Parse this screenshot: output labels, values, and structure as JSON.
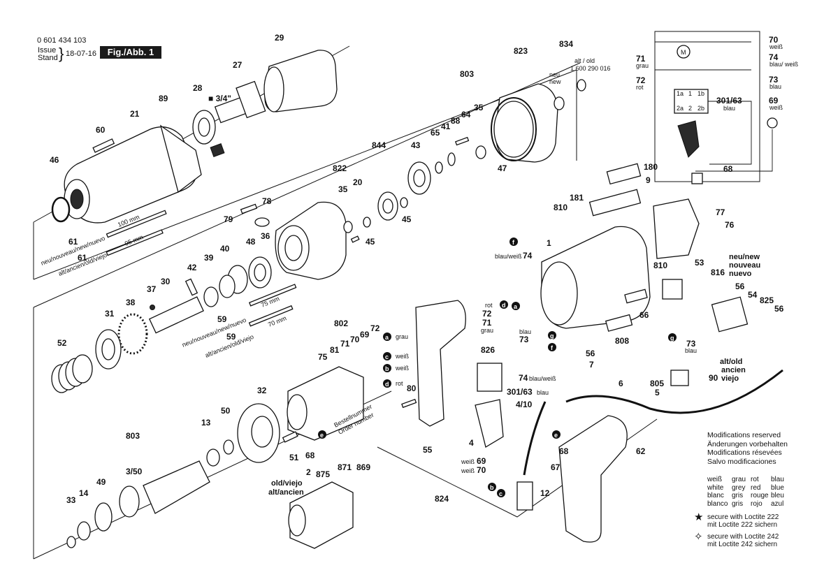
{
  "header": {
    "doc_number": "0 601 434 103",
    "issue_label": "Issue",
    "stand_label": "Stand",
    "date": "18-07-16",
    "figure": "Fig./Abb. 1"
  },
  "callouts": {
    "p29": "29",
    "p27": "27",
    "p28": "28",
    "p34": "■ 3/4\"",
    "p89": "89",
    "p21": "21",
    "p60": "60",
    "p46": "46",
    "p61a": "61",
    "p61b": "61",
    "p100": "100 mm",
    "p95": "95 mm",
    "p823": "823",
    "p834": "834",
    "p803a": "803",
    "p88": "88",
    "p64": "64",
    "p35a": "35",
    "p41": "41",
    "p65": "65",
    "p43": "43",
    "p47": "47",
    "p844": "844",
    "p822": "822",
    "p35b": "35",
    "p20": "20",
    "p45a": "45",
    "p45b": "45",
    "p78": "78",
    "p79": "79",
    "p36": "36",
    "p48": "48",
    "p40": "40",
    "p39": "39",
    "p42": "42",
    "p37": "37",
    "p30": "30",
    "p38": "38",
    "p31": "31",
    "p52": "52",
    "p59a": "59",
    "p59b": "59",
    "p75": "75 mm",
    "p70": "70 mm",
    "p802": "802",
    "p71a": "71",
    "p70a": "70",
    "p69a": "69",
    "p72a": "72",
    "p75b": "75",
    "p81": "81",
    "p32": "32",
    "p50": "50",
    "p13": "13",
    "p51": "51",
    "p68a": "68",
    "p803b": "803",
    "p350": "3/50",
    "p49": "49",
    "p14": "14",
    "p33": "33",
    "p875": "875",
    "p871": "871",
    "p869": "869",
    "p2": "2",
    "p80": "80",
    "p55": "55",
    "p826": "826",
    "p73a": "73",
    "p74a": "74",
    "p30163b": "301/63",
    "p410": "4/10",
    "p4": "4",
    "p69b": "69",
    "p70b": "70",
    "p67": "67",
    "p68b": "68",
    "p12": "12",
    "p824": "824",
    "p6": "6",
    "p805": "805",
    "p5": "5",
    "p90": "90",
    "p62": "62",
    "p1": "1",
    "p181": "181",
    "p810a": "810",
    "p810b": "810",
    "p180": "180",
    "p9": "9",
    "p77": "77",
    "p76": "76",
    "p74b": "74",
    "p53": "53",
    "p816": "816",
    "p56a": "56",
    "p54": "54",
    "p825": "825",
    "p56b": "56",
    "p66": "66",
    "p808": "808",
    "p73b": "73",
    "p56c": "56",
    "p7": "7",
    "p70c": "70",
    "p74c": "74",
    "p73c": "73",
    "p69c": "69",
    "p71c": "71",
    "p72c": "72",
    "p68c": "68",
    "p30163a": "301/63"
  },
  "small_labels": {
    "alt_old": "alt / old",
    "part_no": "1 600 290 016",
    "neu": "neu",
    "new": "new",
    "neu_new_nuevo_a": "neu/nouveau/new/nuevo",
    "alt_ancien_a": "alt/ancien/old/viejo",
    "neu_new_nuevo_b": "neu/nouveau/new/nuevo",
    "alt_ancien_b": "alt/ancien/old/viejo",
    "grau": "grau",
    "weiss1": "weiß",
    "weiss2": "weiß",
    "rot": "rot",
    "bestell": "Bestellnummer",
    "order": "Order number",
    "rot2": "rot",
    "grau2": "grau",
    "blau1": "blau",
    "blau2": "blau",
    "blauweiss1": "blau/weiß",
    "blauweiss2": "blau/weiß",
    "blau3": "blau",
    "weiss3": "weiß",
    "weiss4": "weiß",
    "old_viejo": "old/viejo",
    "alt_ancien2": "alt/ancien",
    "neu_new_title": "neu/new",
    "nouveau": "nouveau",
    "nuevo": "nuevo",
    "alt_old2": "alt/old",
    "ancien": "ancien",
    "viejo": "viejo",
    "w_weiss": "weiß",
    "w_blauweiss": "blau/ weiß",
    "w_blau": "blau",
    "w_weiss2": "weiß",
    "w_grau": "grau",
    "w_rot": "rot",
    "w_blau2": "blau",
    "sw_1a": "1a",
    "sw_1": "1",
    "sw_1b": "1b",
    "sw_2a": "2a",
    "sw_2": "2",
    "sw_2b": "2b",
    "motor": "M",
    "letter_a": "a",
    "letter_b": "b",
    "letter_c": "c",
    "letter_d": "d",
    "letter_e": "e",
    "letter_f": "f",
    "letter_g": "g"
  },
  "notes": {
    "modifications": [
      "Modifications reserved",
      "Änderungen vorbehalten",
      "Modifications résevées",
      "Salvo modificaciones"
    ],
    "colors": {
      "col1": [
        "weiß",
        "white",
        "blanc",
        "blanco"
      ],
      "col2": [
        "grau",
        "grey",
        "gris",
        "gris"
      ],
      "col3": [
        "rot",
        "red",
        "rouge",
        "rojo"
      ],
      "col4": [
        "blau",
        "blue",
        "bleu",
        "azul"
      ]
    },
    "loctite222": [
      "secure with Loctite 222",
      "mit Loctite 222 sichern"
    ],
    "loctite242": [
      "secure with Loctite 242",
      "mit Loctite 242 sichern"
    ]
  }
}
